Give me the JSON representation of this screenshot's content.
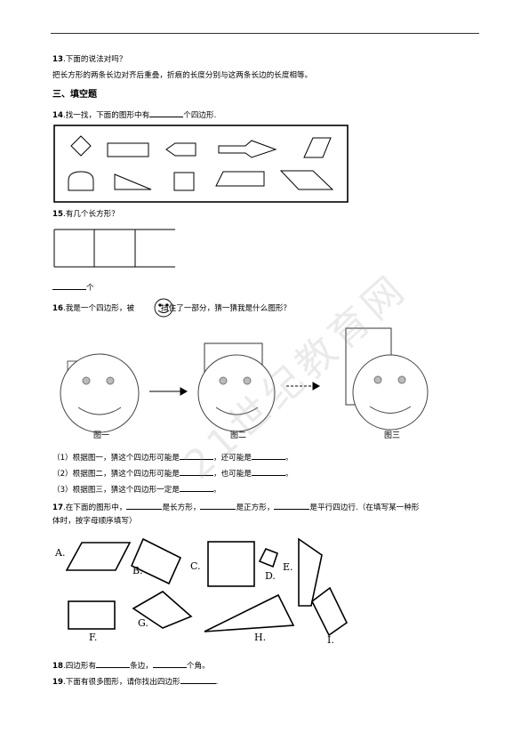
{
  "q13": {
    "num": "13",
    "text": ".下面的说法对吗？",
    "statement": "把长方形的两条长边对齐后重叠，折痕的长度分别与这两条长边的长度相等。"
  },
  "section3": {
    "title": "三、填空题"
  },
  "q14": {
    "num": "14",
    "text_before": ".找一找，下面的图形中有",
    "text_after": "个四边形."
  },
  "q15": {
    "num": "15",
    "text": ".有几个长方形？",
    "unit": "个"
  },
  "q16": {
    "num": "16",
    "text_before": ".我是一个四边形，被",
    "text_after": "挡住了一部分，猜一猜我是什么图形？",
    "captions": [
      "图一",
      "图二",
      "图三"
    ],
    "line1_prefix": "（1）根据图一，猜这个四边形可能是",
    "line1_mid": "，还可能是",
    "line1_end": "。",
    "line2_prefix": "（2）根据图二，猜这个四边形可能是",
    "line2_mid": "，也可能是",
    "line2_end": "。",
    "line3_prefix": "（3）根据图三，猜这个四边形一定是",
    "line3_end": "。"
  },
  "q17": {
    "num": "17",
    "part1": ".在下面的图形中，",
    "part2": "是长方形，",
    "part3": "是正方形，",
    "part4": "是平行四边行.（在填写某一种形",
    "line2": "体时，按字母顺序填写）",
    "labels": [
      "A.",
      "B.",
      "C.",
      "D.",
      "E.",
      "F.",
      "G.",
      "H.",
      "I."
    ]
  },
  "q18": {
    "num": "18",
    "part1": ".四边形有",
    "part2": "条边，",
    "part3": "个角。"
  },
  "q19": {
    "num": "19",
    "text_before": ".下面有很多图形，请你找出四边形",
    "text_after": "."
  },
  "watermark": {
    "text": "21世纪教育网"
  }
}
